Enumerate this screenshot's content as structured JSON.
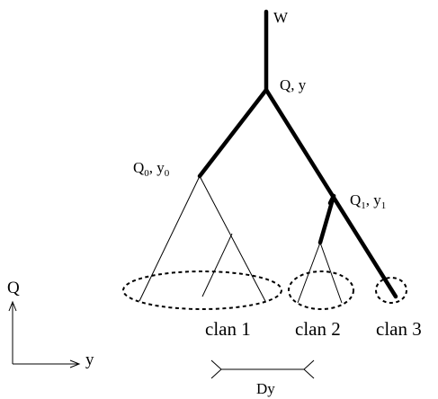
{
  "labels": {
    "root": "W",
    "vertex_main": "Q, y",
    "vertex_left": {
      "base": "Q",
      "sub": "0",
      "mid": ", y",
      "sub2": "0"
    },
    "vertex_right": {
      "base": "Q",
      "sub": "1",
      "mid": ", y",
      "sub2": "1"
    },
    "clan1": "clan 1",
    "clan2": "clan 2",
    "clan3": "clan 3",
    "axis_vertical": "Q",
    "axis_horizontal": "y",
    "width_marker": "Dy"
  },
  "colors": {
    "ink": "#000000",
    "background": "#ffffff"
  }
}
